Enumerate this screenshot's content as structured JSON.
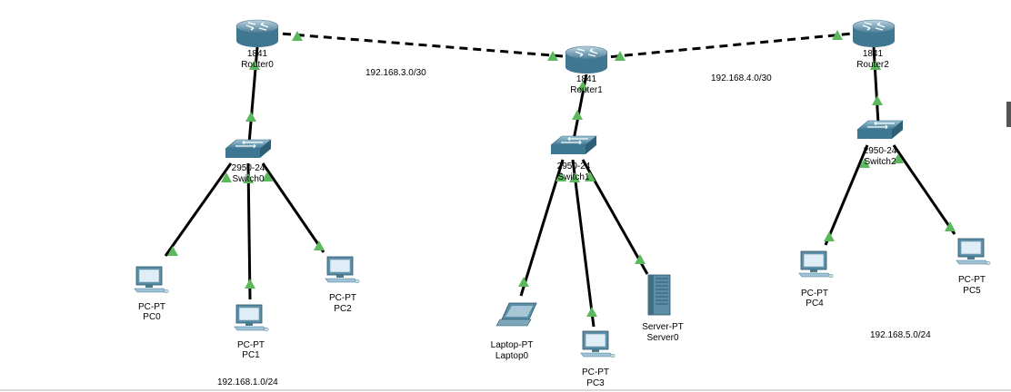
{
  "devices": {
    "router0": {
      "model": "1841",
      "name": "Router0"
    },
    "router1": {
      "model": "1841",
      "name": "Router1"
    },
    "router2": {
      "model": "1841",
      "name": "Router2"
    },
    "switch0": {
      "model": "2950-24",
      "name": "Switch0"
    },
    "switch1": {
      "model": "2950-24",
      "name": "Switch1"
    },
    "switch2": {
      "model": "2950-24",
      "name": "Switch2"
    },
    "pc0": {
      "model": "PC-PT",
      "name": "PC0"
    },
    "pc1": {
      "model": "PC-PT",
      "name": "PC1"
    },
    "pc2": {
      "model": "PC-PT",
      "name": "PC2"
    },
    "pc3": {
      "model": "PC-PT",
      "name": "PC3"
    },
    "pc4": {
      "model": "PC-PT",
      "name": "PC4"
    },
    "pc5": {
      "model": "PC-PT",
      "name": "PC5"
    },
    "laptop0": {
      "model": "Laptop-PT",
      "name": "Laptop0"
    },
    "server0": {
      "model": "Server-PT",
      "name": "Server0"
    }
  },
  "networks": {
    "lan1": "192.168.1.0/24",
    "wan_r0_r1": "192.168.3.0/30",
    "wan_r1_r2": "192.168.4.0/30",
    "lan5": "192.168.5.0/24"
  },
  "colors": {
    "link": "#000000",
    "link_up": "#5cb85c",
    "device_blue": "#5b8fa8"
  },
  "icons": {
    "router": "router-icon",
    "switch": "switch-icon",
    "pc": "desktop-pc-icon",
    "laptop": "laptop-icon",
    "server": "server-icon",
    "link_status": "triangle-up-icon"
  }
}
